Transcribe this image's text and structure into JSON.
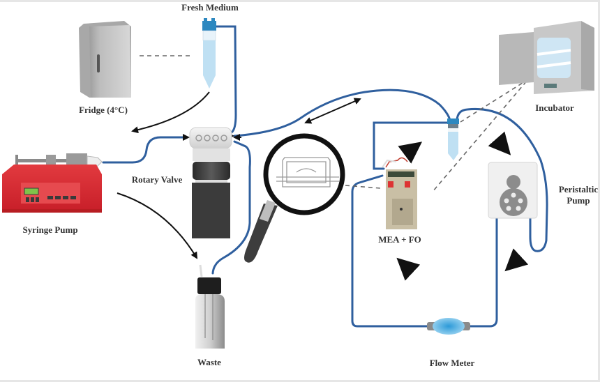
{
  "title": "Microfluidic perfusion setup diagram",
  "labels": {
    "fresh_medium": "Fresh Medium",
    "fridge": "Fridge (4°C)",
    "rotary_valve": "Rotary Valve",
    "syringe_pump": "Syringe Pump",
    "waste": "Waste",
    "incubator": "Incubator",
    "peristaltic_pump_line1": "Peristaltic",
    "peristaltic_pump_line2": "Pump",
    "mea_fo": "MEA + FO",
    "flow_meter": "Flow Meter"
  },
  "colors": {
    "tubing": "#2f5f9e",
    "tubing_light": "#5b8fd0",
    "arrow": "#111111",
    "pump_red": "#d9262c",
    "pump_red_dark": "#b81d22",
    "display_green": "#7fc34a",
    "medium_blue": "#bfe0f3",
    "cap_blue": "#2d88c0",
    "device_gray": "#bdbdbd",
    "valve_dark": "#3b3b3b",
    "flowmeter_blue": "#6fc0ea",
    "dashed": "#666666",
    "label": "#333333"
  },
  "icons": [
    "fridge-icon",
    "falcon-tube-icon",
    "rotary-valve-icon",
    "syringe-pump-icon",
    "waste-bottle-icon",
    "magnifier-icon",
    "chip-icon",
    "mea-device-icon",
    "reservoir-tube-icon",
    "incubator-icon",
    "peristaltic-pump-icon",
    "flow-meter-icon"
  ]
}
